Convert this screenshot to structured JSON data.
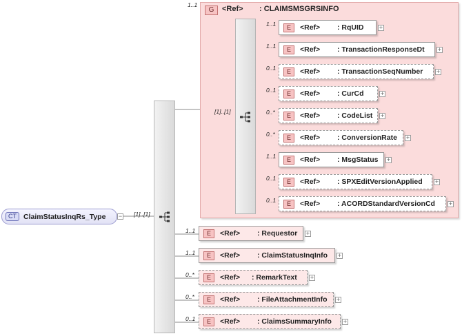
{
  "root": {
    "badge": "CT",
    "name": "ClaimStatusInqRs_Type",
    "multiplicity": "[1]..[1]"
  },
  "group": {
    "badge": "G",
    "ref_label": "<Ref>",
    "name": ": CLAIMSMSGRSINFO",
    "multiplicity": "1..1",
    "seq_multiplicity": "[1]..[1]"
  },
  "group_elements": [
    {
      "badge": "E",
      "ref": "<Ref>",
      "name": ": RqUID",
      "multiplicity": "1..1",
      "optional": false
    },
    {
      "badge": "E",
      "ref": "<Ref>",
      "name": ": TransactionResponseDt",
      "multiplicity": "1..1",
      "optional": false
    },
    {
      "badge": "E",
      "ref": "<Ref>",
      "name": ": TransactionSeqNumber",
      "multiplicity": "0..1",
      "optional": true
    },
    {
      "badge": "E",
      "ref": "<Ref>",
      "name": ": CurCd",
      "multiplicity": "0..1",
      "optional": true
    },
    {
      "badge": "E",
      "ref": "<Ref>",
      "name": ": CodeList",
      "multiplicity": "0..*",
      "optional": true
    },
    {
      "badge": "E",
      "ref": "<Ref>",
      "name": ": ConversionRate",
      "multiplicity": "0..*",
      "optional": true
    },
    {
      "badge": "E",
      "ref": "<Ref>",
      "name": ": MsgStatus",
      "multiplicity": "1..1",
      "optional": false
    },
    {
      "badge": "E",
      "ref": "<Ref>",
      "name": ": SPXEditVersionApplied",
      "multiplicity": "0..1",
      "optional": true
    },
    {
      "badge": "E",
      "ref": "<Ref>",
      "name": ": ACORDStandardVersionCd",
      "multiplicity": "0..1",
      "optional": true
    }
  ],
  "main_elements": [
    {
      "badge": "E",
      "ref": "<Ref>",
      "name": ": Requestor",
      "multiplicity": "1..1",
      "optional": false
    },
    {
      "badge": "E",
      "ref": "<Ref>",
      "name": ": ClaimStatusInqInfo",
      "multiplicity": "1..1",
      "optional": false
    },
    {
      "badge": "E",
      "ref": "<Ref>",
      "name": ": RemarkText",
      "multiplicity": "0..*",
      "optional": true
    },
    {
      "badge": "E",
      "ref": "<Ref>",
      "name": ": FileAttachmentInfo",
      "multiplicity": "0..*",
      "optional": true
    },
    {
      "badge": "E",
      "ref": "<Ref>",
      "name": ": ClaimsSummaryInfo",
      "multiplicity": "0..1",
      "optional": true
    }
  ],
  "expand_symbol": "+",
  "collapse_symbol": "−"
}
